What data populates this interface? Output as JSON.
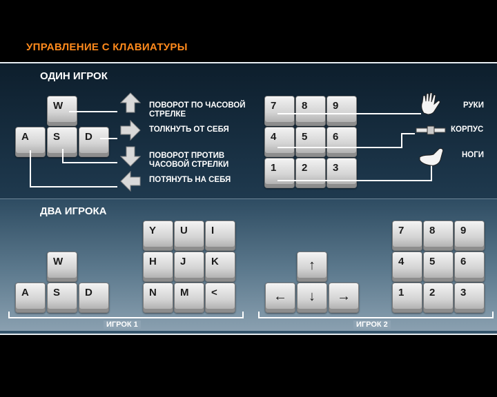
{
  "title": "УПРАВЛЕНИЕ С КЛАВИАТУРЫ",
  "one_player": {
    "heading": "ОДИН ИГРОК",
    "move_keys": [
      "W",
      "A",
      "S",
      "D"
    ],
    "actions": [
      "ПОВОРОТ ПО ЧАСОВОЙ СТРЕЛКЕ",
      "ТОЛКНУТЬ ОТ СЕБЯ",
      "ПОВОРОТ ПРОТИВ ЧАСОВОЙ СТРЕЛКИ",
      "ПОТЯНУТЬ НА СЕБЯ"
    ],
    "numpad": [
      "7",
      "8",
      "9",
      "4",
      "5",
      "6",
      "1",
      "2",
      "3"
    ],
    "body_parts": [
      "РУКИ",
      "КОРПУС",
      "НОГИ"
    ],
    "icons": [
      "hand-icon",
      "belt-icon",
      "foot-icon"
    ]
  },
  "two_players": {
    "heading": "ДВА ИГРОКА",
    "p1_move_keys": [
      "W",
      "A",
      "S",
      "D"
    ],
    "p1_grid": [
      "Y",
      "U",
      "I",
      "H",
      "J",
      "K",
      "N",
      "M",
      "<"
    ],
    "p2_arrows": [
      "↑",
      "←",
      "↓",
      "→"
    ],
    "p2_grid": [
      "7",
      "8",
      "9",
      "4",
      "5",
      "6",
      "1",
      "2",
      "3"
    ],
    "player1_label": "ИГРОК 1",
    "player2_label": "ИГРОК 2"
  }
}
